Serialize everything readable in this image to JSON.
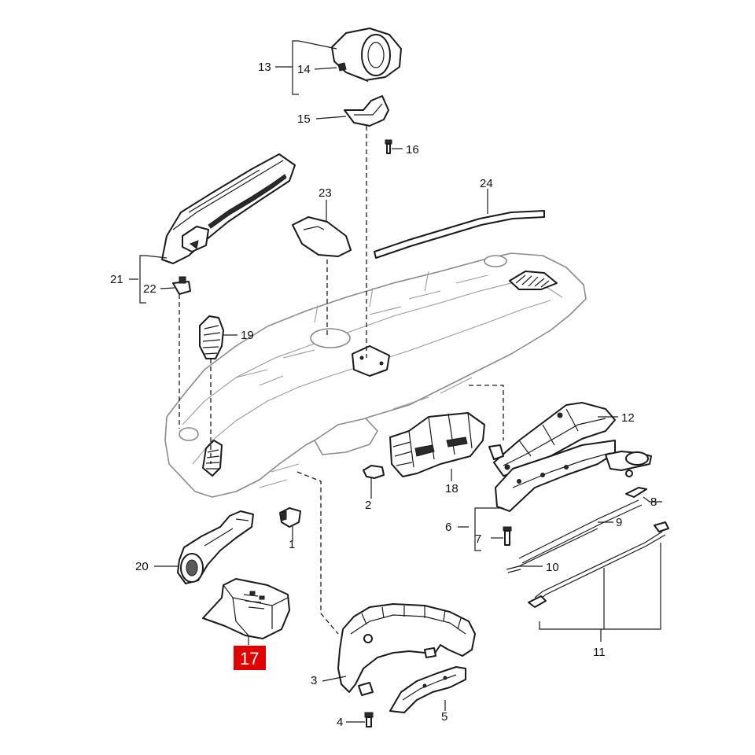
{
  "diagram": {
    "highlight_color": "#e00000",
    "line_color": "#1a1a1a",
    "callouts": [
      {
        "key": "c1",
        "label": "1"
      },
      {
        "key": "c2",
        "label": "2"
      },
      {
        "key": "c3",
        "label": "3"
      },
      {
        "key": "c4",
        "label": "4"
      },
      {
        "key": "c5",
        "label": "5"
      },
      {
        "key": "c6",
        "label": "6"
      },
      {
        "key": "c7",
        "label": "7"
      },
      {
        "key": "c8",
        "label": "8"
      },
      {
        "key": "c9",
        "label": "9"
      },
      {
        "key": "c10",
        "label": "10"
      },
      {
        "key": "c11",
        "label": "11"
      },
      {
        "key": "c12",
        "label": "12"
      },
      {
        "key": "c13",
        "label": "13"
      },
      {
        "key": "c14",
        "label": "14"
      },
      {
        "key": "c15",
        "label": "15"
      },
      {
        "key": "c16",
        "label": "16"
      },
      {
        "key": "c17",
        "label": "17"
      },
      {
        "key": "c18",
        "label": "18"
      },
      {
        "key": "c19",
        "label": "19"
      },
      {
        "key": "c20",
        "label": "20"
      },
      {
        "key": "c21",
        "label": "21"
      },
      {
        "key": "c22",
        "label": "22"
      },
      {
        "key": "c23",
        "label": "23"
      },
      {
        "key": "c24",
        "label": "24"
      }
    ],
    "highlighted": "c17"
  }
}
